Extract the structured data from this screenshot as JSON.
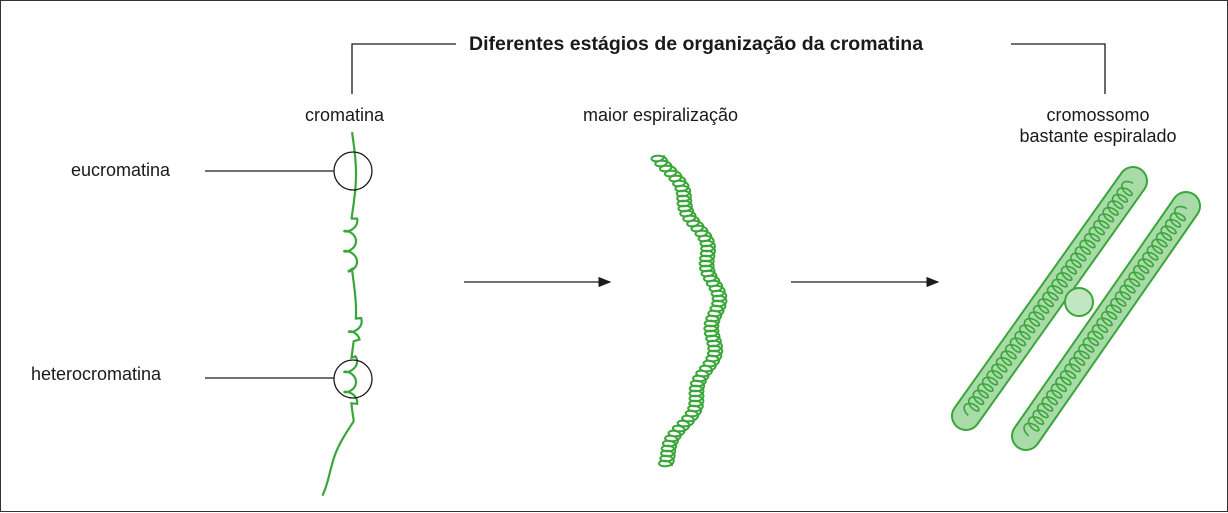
{
  "title": "Diferentes estágios de organização da cromatina",
  "stages": {
    "chromatin": "cromatina",
    "more_coiling": "maior espiralização",
    "chromosome_line1": "cromossomo",
    "chromosome_line2": "bastante espiralado"
  },
  "callouts": {
    "euchromatin": "eucromatina",
    "heterochromatin": "heterocromatina"
  },
  "colors": {
    "strand": "#3aa63a",
    "chromatid_fill": "#a9dba9",
    "centromere_fill": "#c2e6c2",
    "line": "#1a1a1a",
    "frame": "#333333"
  }
}
